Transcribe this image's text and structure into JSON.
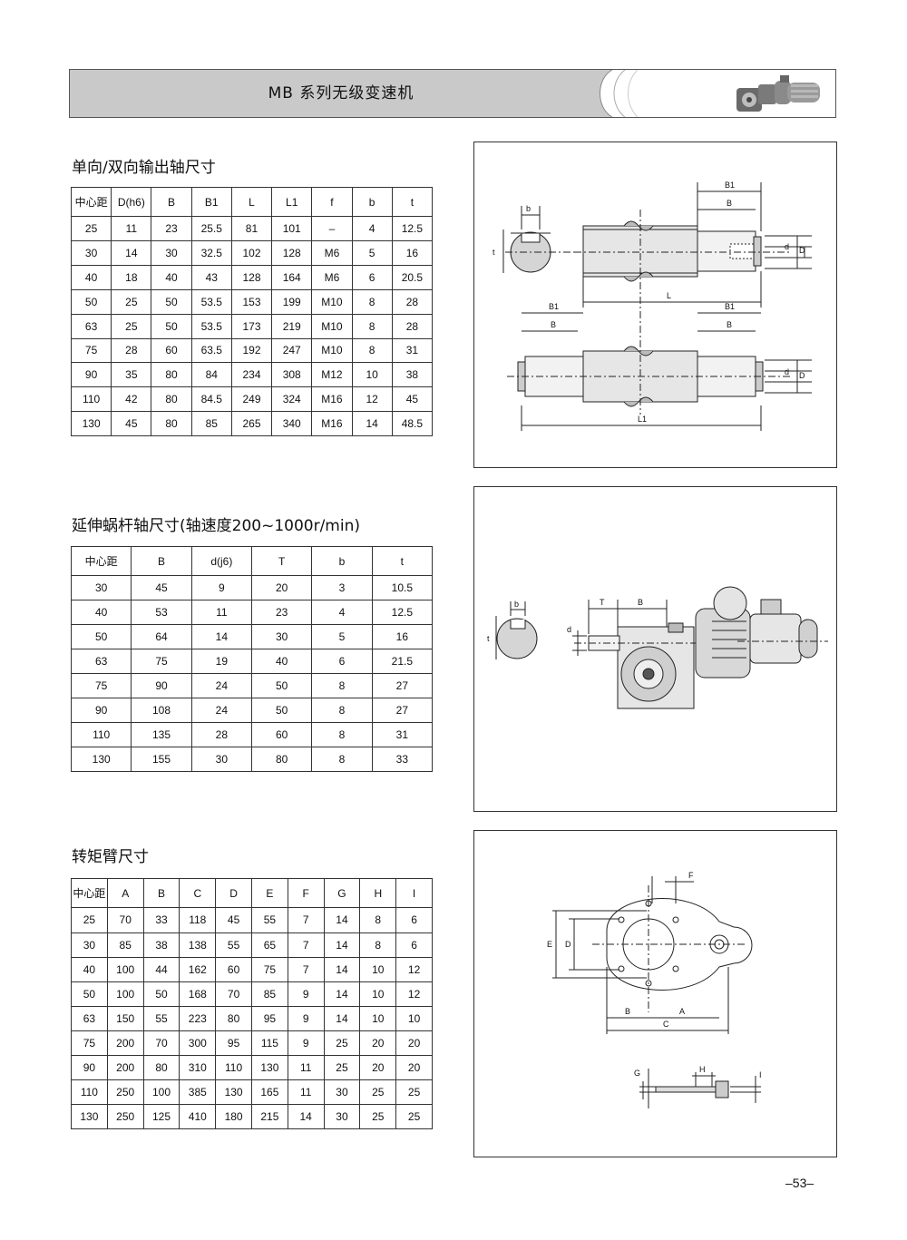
{
  "header": {
    "title": "MB 系列无级变速机",
    "motor_icon": "worm-gear-motor-icon"
  },
  "sections": {
    "output_shaft": {
      "title": "单向/双向输出轴尺寸",
      "columns": [
        "中心距",
        "D(h6)",
        "B",
        "B1",
        "L",
        "L1",
        "f",
        "b",
        "t"
      ],
      "rows": [
        [
          "25",
          "11",
          "23",
          "25.5",
          "81",
          "101",
          "–",
          "4",
          "12.5"
        ],
        [
          "30",
          "14",
          "30",
          "32.5",
          "102",
          "128",
          "M6",
          "5",
          "16"
        ],
        [
          "40",
          "18",
          "40",
          "43",
          "128",
          "164",
          "M6",
          "6",
          "20.5"
        ],
        [
          "50",
          "25",
          "50",
          "53.5",
          "153",
          "199",
          "M10",
          "8",
          "28"
        ],
        [
          "63",
          "25",
          "50",
          "53.5",
          "173",
          "219",
          "M10",
          "8",
          "28"
        ],
        [
          "75",
          "28",
          "60",
          "63.5",
          "192",
          "247",
          "M10",
          "8",
          "31"
        ],
        [
          "90",
          "35",
          "80",
          "84",
          "234",
          "308",
          "M12",
          "10",
          "38"
        ],
        [
          "110",
          "42",
          "80",
          "84.5",
          "249",
          "324",
          "M16",
          "12",
          "45"
        ],
        [
          "130",
          "45",
          "80",
          "85",
          "265",
          "340",
          "M16",
          "14",
          "48.5"
        ]
      ]
    },
    "worm_shaft": {
      "title": "延伸蜗杆轴尺寸(轴速度200~1000r/min)",
      "columns": [
        "中心距",
        "B",
        "d(j6)",
        "T",
        "b",
        "t"
      ],
      "rows": [
        [
          "30",
          "45",
          "9",
          "20",
          "3",
          "10.5"
        ],
        [
          "40",
          "53",
          "11",
          "23",
          "4",
          "12.5"
        ],
        [
          "50",
          "64",
          "14",
          "30",
          "5",
          "16"
        ],
        [
          "63",
          "75",
          "19",
          "40",
          "6",
          "21.5"
        ],
        [
          "75",
          "90",
          "24",
          "50",
          "8",
          "27"
        ],
        [
          "90",
          "108",
          "24",
          "50",
          "8",
          "27"
        ],
        [
          "110",
          "135",
          "28",
          "60",
          "8",
          "31"
        ],
        [
          "130",
          "155",
          "30",
          "80",
          "8",
          "33"
        ]
      ]
    },
    "torque_arm": {
      "title": "转矩臂尺寸",
      "columns": [
        "中心距",
        "A",
        "B",
        "C",
        "D",
        "E",
        "F",
        "G",
        "H",
        "I"
      ],
      "rows": [
        [
          "25",
          "70",
          "33",
          "118",
          "45",
          "55",
          "7",
          "14",
          "8",
          "6"
        ],
        [
          "30",
          "85",
          "38",
          "138",
          "55",
          "65",
          "7",
          "14",
          "8",
          "6"
        ],
        [
          "40",
          "100",
          "44",
          "162",
          "60",
          "75",
          "7",
          "14",
          "10",
          "12"
        ],
        [
          "50",
          "100",
          "50",
          "168",
          "70",
          "85",
          "9",
          "14",
          "10",
          "12"
        ],
        [
          "63",
          "150",
          "55",
          "223",
          "80",
          "95",
          "9",
          "14",
          "10",
          "10"
        ],
        [
          "75",
          "200",
          "70",
          "300",
          "95",
          "115",
          "9",
          "25",
          "20",
          "20"
        ],
        [
          "90",
          "200",
          "80",
          "310",
          "110",
          "130",
          "11",
          "25",
          "20",
          "20"
        ],
        [
          "110",
          "250",
          "100",
          "385",
          "130",
          "165",
          "11",
          "30",
          "25",
          "25"
        ],
        [
          "130",
          "250",
          "125",
          "410",
          "180",
          "215",
          "14",
          "30",
          "25",
          "25"
        ]
      ]
    }
  },
  "figures": {
    "shaft": {
      "labels": {
        "b": "b",
        "t": "t",
        "B1": "B1",
        "B": "B",
        "L": "L",
        "L1": "L1",
        "d": "d",
        "D": "D"
      }
    },
    "worm": {
      "labels": {
        "b": "b",
        "t": "t",
        "T": "T",
        "B": "B",
        "d": "d"
      }
    },
    "torque": {
      "labels": {
        "F": "F",
        "E": "E",
        "D": "D",
        "B": "B",
        "A": "A",
        "C": "C",
        "G": "G",
        "H": "H",
        "I": "I"
      }
    }
  },
  "page_number": "–53–"
}
